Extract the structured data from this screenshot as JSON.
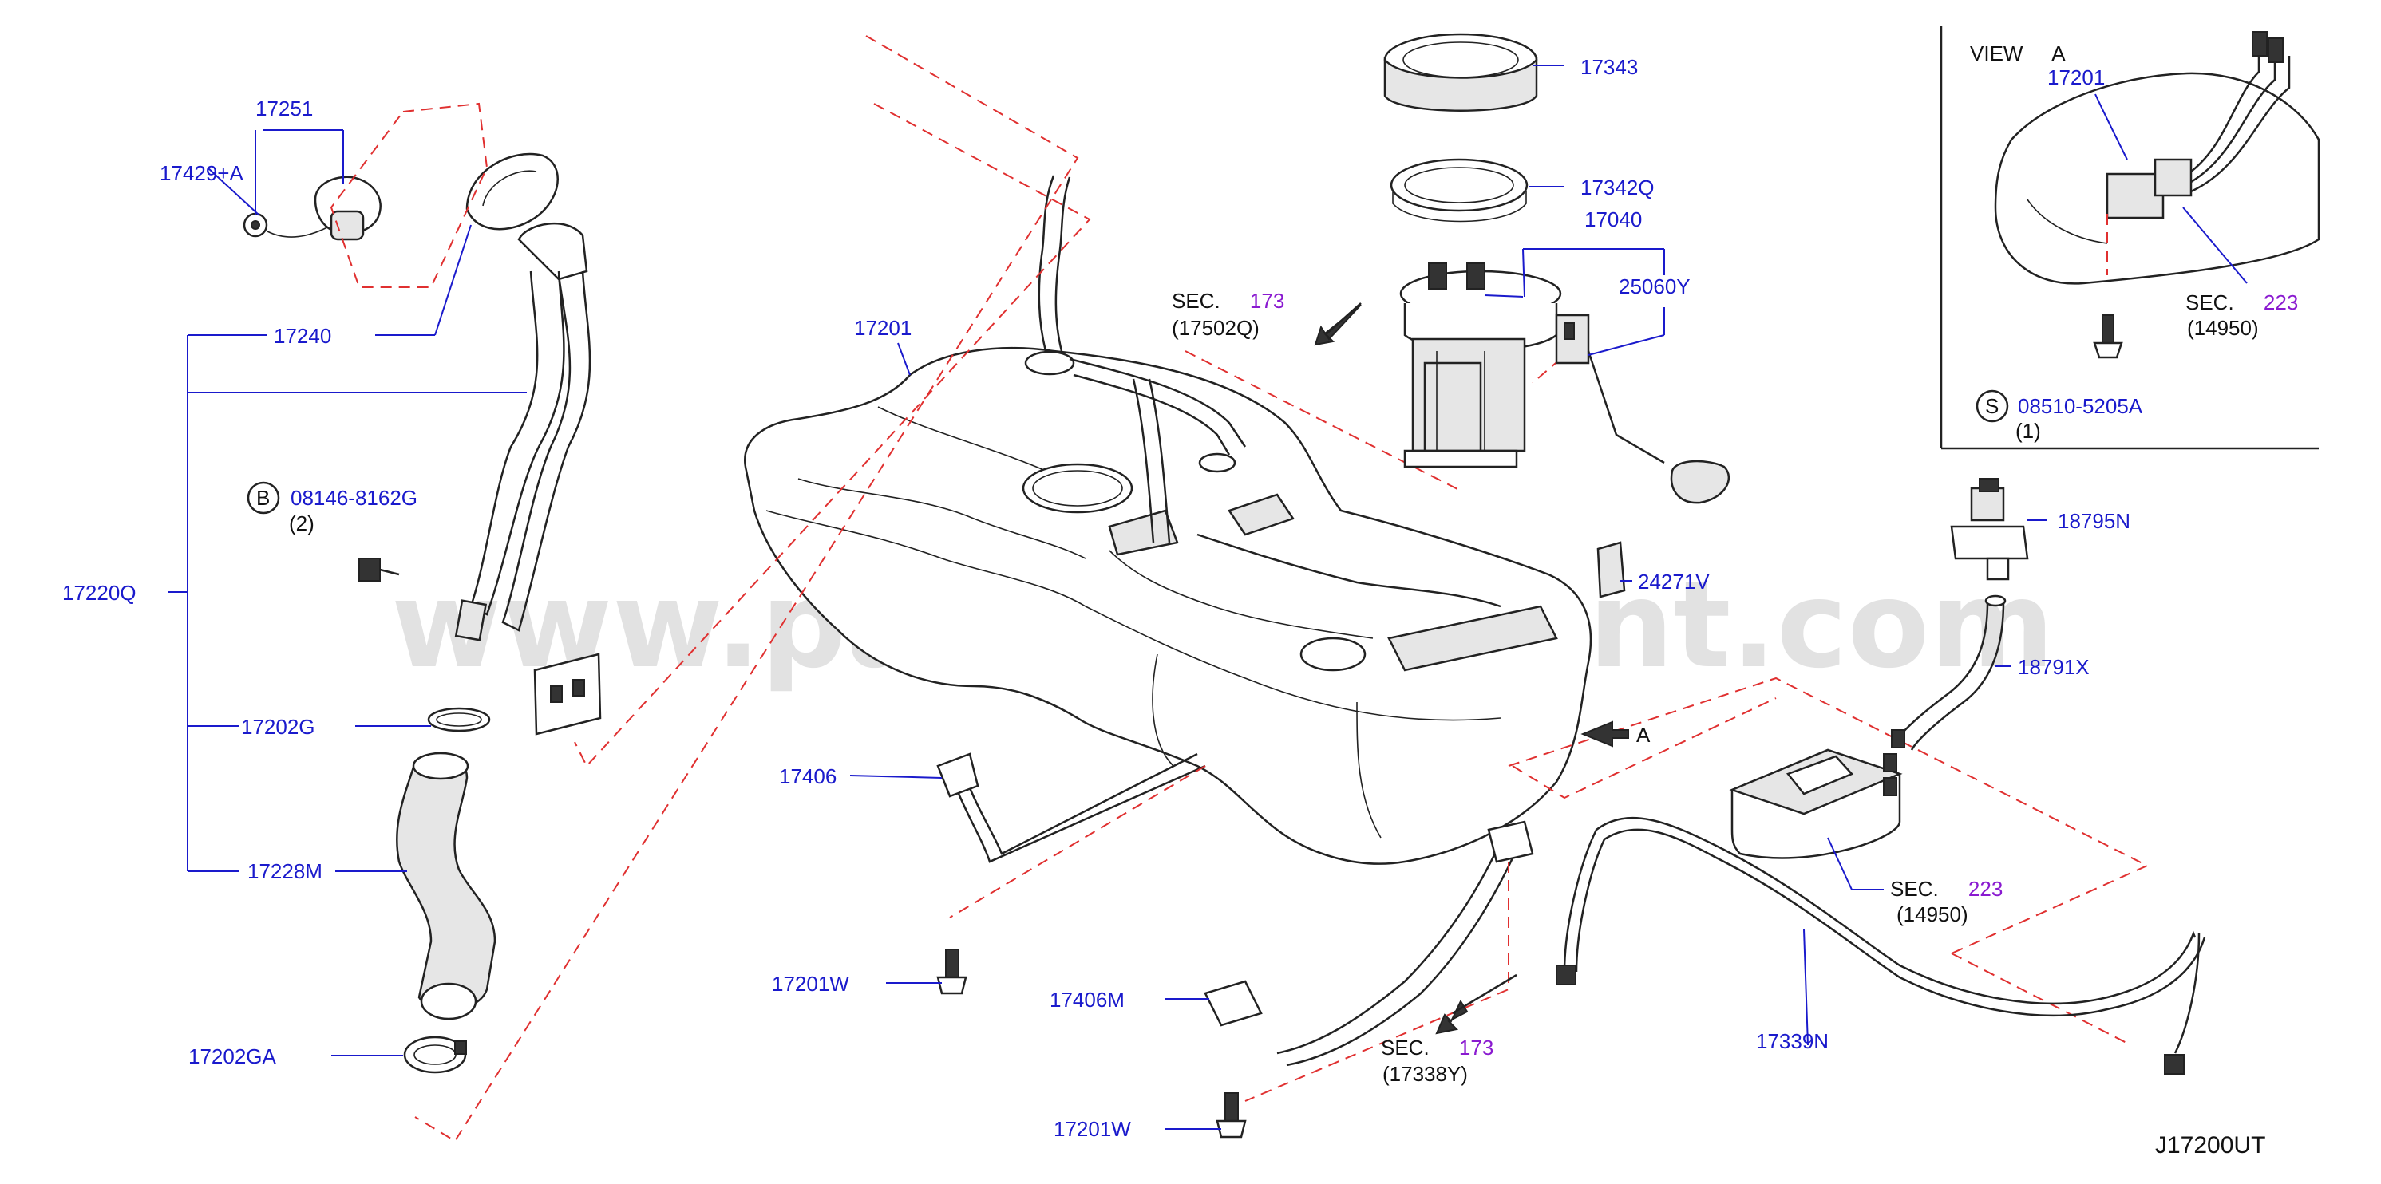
{
  "watermark": "www.partsassistant.com",
  "diagram_code": "J17200UT",
  "view": {
    "title": "VIEW",
    "letter": "A"
  },
  "arrow_label": "A",
  "callouts": {
    "p17251": "17251",
    "p17429A": "17429+A",
    "p17240": "17240",
    "p17220Q": "17220Q",
    "bolt_b_circle": "B",
    "bolt_b": "08146-8162G",
    "bolt_b_qty": "(2)",
    "p17202G": "17202G",
    "p17228M": "17228M",
    "p17202GA": "17202GA",
    "p17201": "17201",
    "p17406": "17406",
    "p17201W_a": "17201W",
    "p17406M": "17406M",
    "p17201W_b": "17201W",
    "p17343": "17343",
    "p17342Q": "17342Q",
    "p17040": "17040",
    "p25060Y": "25060Y",
    "p24271V": "24271V",
    "p18795N": "18795N",
    "p18791X": "18791X",
    "p17339N": "17339N",
    "view_17201": "17201",
    "screw_s_circle": "S",
    "screw_s": "08510-5205A",
    "screw_s_qty": "(1)"
  },
  "sec_refs": {
    "sec_a": {
      "prefix": "SEC.",
      "num": "173",
      "sub": "(17502Q)"
    },
    "sec_b": {
      "prefix": "SEC.",
      "num": "223",
      "sub": "(14950)"
    },
    "sec_c": {
      "prefix": "SEC.",
      "num": "173",
      "sub": "(17338Y)"
    },
    "sec_d": {
      "prefix": "SEC.",
      "num": "223",
      "sub": "(14950)"
    }
  }
}
